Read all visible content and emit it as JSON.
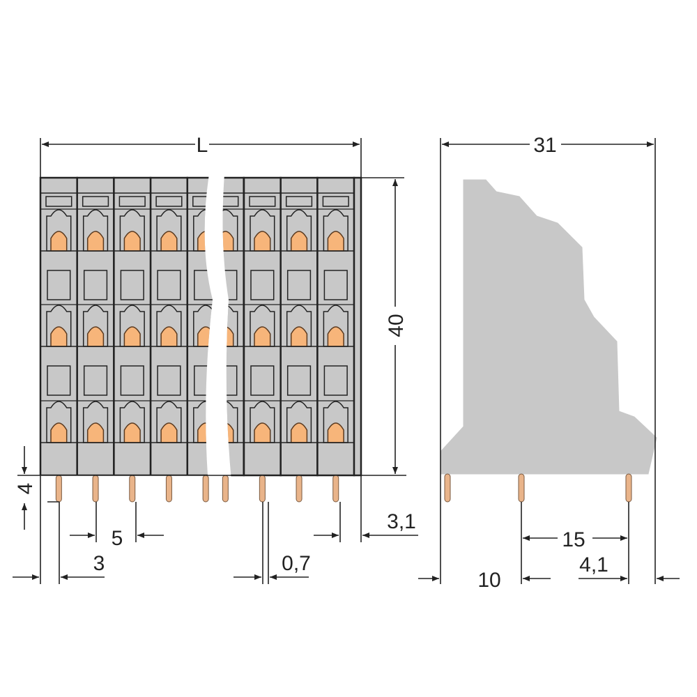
{
  "colors": {
    "body": "#c8c8c8",
    "outline": "#222222",
    "contact": "#f7b57a",
    "pin": "#e9b48a"
  },
  "front_view": {
    "module_count_left": 5,
    "module_count_right": 3,
    "levels": 3,
    "dimensions": {
      "length": "L",
      "height": "40",
      "pin_length": "4",
      "pitch": "5",
      "edge_to_pin": "3",
      "pin_thickness": "0,7",
      "pin_to_edge_right": "3,1"
    }
  },
  "side_view": {
    "dimensions": {
      "depth": "31",
      "pin_spacing": "15",
      "front_to_pin": "10",
      "pin_to_back": "4,1"
    }
  }
}
